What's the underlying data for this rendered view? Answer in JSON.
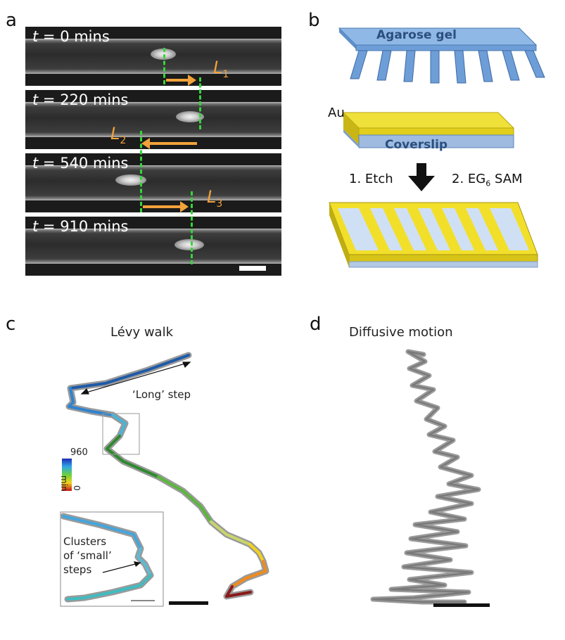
{
  "panels": {
    "a": {
      "label": "a",
      "frames": [
        {
          "t_label": "t",
          "time": "= 0 mins"
        },
        {
          "t_label": "t",
          "time": "= 220 mins"
        },
        {
          "t_label": "t",
          "time": "= 540 mins"
        },
        {
          "t_label": "t",
          "time": "= 910 mins"
        }
      ],
      "step_labels": [
        {
          "letter": "L",
          "sub": "1"
        },
        {
          "letter": "L",
          "sub": "2"
        },
        {
          "letter": "L",
          "sub": "3"
        }
      ]
    },
    "b": {
      "label": "b",
      "gel_label": "Agarose gel",
      "au_label": "Au",
      "coverslip_label": "Coverslip",
      "step1": "1. Etch",
      "step2_prefix": "2. EG",
      "step2_sub": "6",
      "step2_suffix": " SAM"
    },
    "c": {
      "label": "c",
      "title": "Lévy walk",
      "long_step": "‘Long’ step",
      "colorbar_max": "960",
      "colorbar_unit": "min",
      "colorbar_min": "0",
      "inset_line1": "Clusters",
      "inset_line2": "of ‘small’",
      "inset_line3": "steps"
    },
    "d": {
      "label": "d",
      "title": "Diffusive motion"
    }
  },
  "colors": {
    "guide_line": "#35d43a",
    "step_arrow": "#f2a23a",
    "trajectory_gray": "#8a8a8a",
    "gel_blue": "#6f9fd6",
    "gold": "#e6d21e"
  }
}
